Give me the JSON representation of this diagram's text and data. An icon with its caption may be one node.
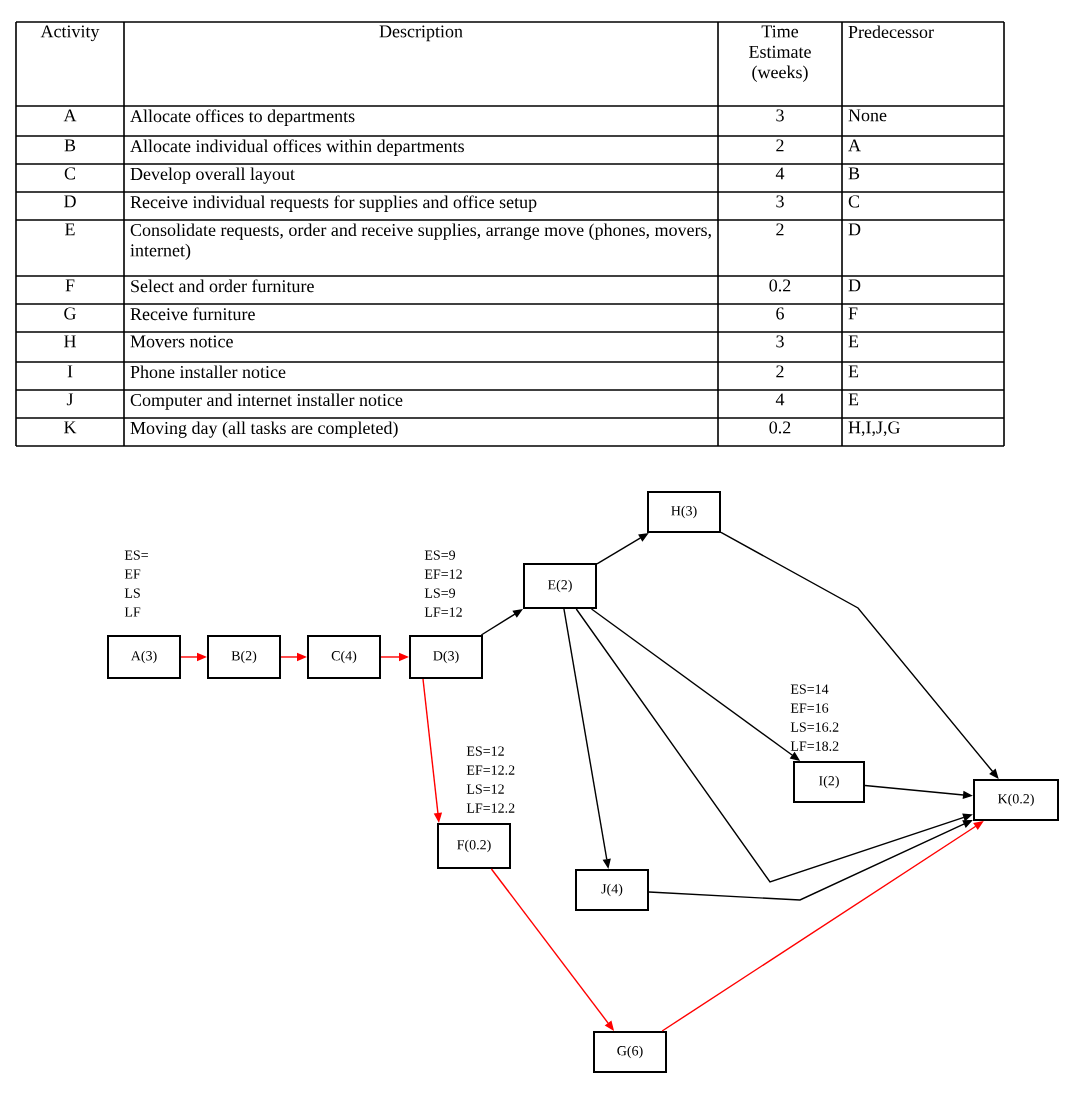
{
  "diagram": {
    "nodes": [
      {
        "text": [
          "A(3)"
        ],
        "beside": [
          "ES=",
          "EF",
          "LS",
          "LF"
        ]
      },
      {
        "text": [
          "B(2)"
        ]
      },
      {
        "text": [
          "C(4)"
        ]
      },
      {
        "text": [
          "D(3)"
        ],
        "beside": [
          "ES=9",
          "EF=12",
          "LS=9",
          "LF=12"
        ]
      },
      {
        "text": [
          "E(2)"
        ]
      },
      {
        "text": [
          "H(3)"
        ]
      },
      {
        "text": [
          "I(2)"
        ],
        "beside": [
          "ES=14",
          "EF=16",
          "LS=16.2",
          "LF=18.2"
        ]
      },
      {
        "text": [
          "F(0.2)"
        ],
        "beside": [
          "ES=12",
          "EF=12.2",
          "LS=12",
          "LF=12.2"
        ]
      },
      {
        "text": [
          "J(4)"
        ]
      },
      {
        "text": [
          "G(6)"
        ]
      },
      {
        "text": [
          "K(0.2)"
        ]
      }
    ],
    "edges": [
      {
        "from": 0,
        "to": 1,
        "arrow": "to",
        "color": "#ff0000"
      },
      {
        "from": 1,
        "to": 2,
        "arrow": "to",
        "color": "#ff0000"
      },
      {
        "from": 2,
        "to": 3,
        "arrow": "to",
        "color": "#ff0000"
      },
      {
        "from": 3,
        "to": 4,
        "arrow": "to",
        "color": "#000000"
      },
      {
        "from": 3,
        "to": 7,
        "arrow": "to",
        "color": "#ff0000"
      },
      {
        "from": 4,
        "to": 5,
        "arrow": "to",
        "color": "#000000"
      },
      {
        "from": 4,
        "to": 6,
        "arrow": "to",
        "color": "#000000"
      },
      {
        "from": 4,
        "to": 8,
        "arrow": "to",
        "color": "#000000"
      },
      {
        "from": 4,
        "to": 10,
        "arrow": "to",
        "color": "#000000"
      },
      {
        "from": 5,
        "to": 10,
        "arrow": "to",
        "color": "#000000"
      },
      {
        "from": 6,
        "to": 10,
        "arrow": "to",
        "color": "#000000"
      },
      {
        "from": 8,
        "to": 10,
        "arrow": "to",
        "color": "#000000"
      },
      {
        "from": 7,
        "to": 9,
        "arrow": "to",
        "color": "#ff0000"
      },
      {
        "from": 9,
        "to": 10,
        "arrow": "to",
        "color": "#ff0000"
      }
    ],
    "labels": [
      "Activity",
      "Description",
      "Time Estimate (weeks)",
      "Predecessor",
      "A",
      "Allocate offices to departments",
      "3",
      "None",
      "B",
      "Allocate individual offices within departments",
      "2",
      "A",
      "C",
      "Develop overall layout",
      "4",
      "B",
      "D",
      "Receive individual requests for supplies and office setup",
      "3",
      "C",
      "E",
      "Consolidate requests, order and receive supplies, arrange move (phones, movers, internet)",
      "2",
      "D",
      "F",
      "Select and order furniture",
      "0.2",
      "D",
      "G",
      "Receive furniture",
      "6",
      "F",
      "H",
      "Movers notice",
      "3",
      "E",
      "I",
      "Phone installer notice",
      "2",
      "E",
      "J",
      "Computer and internet installer notice",
      "4",
      "E",
      "K",
      "Moving day (all tasks are completed)",
      "0.2",
      "H,I,J,G"
    ]
  }
}
